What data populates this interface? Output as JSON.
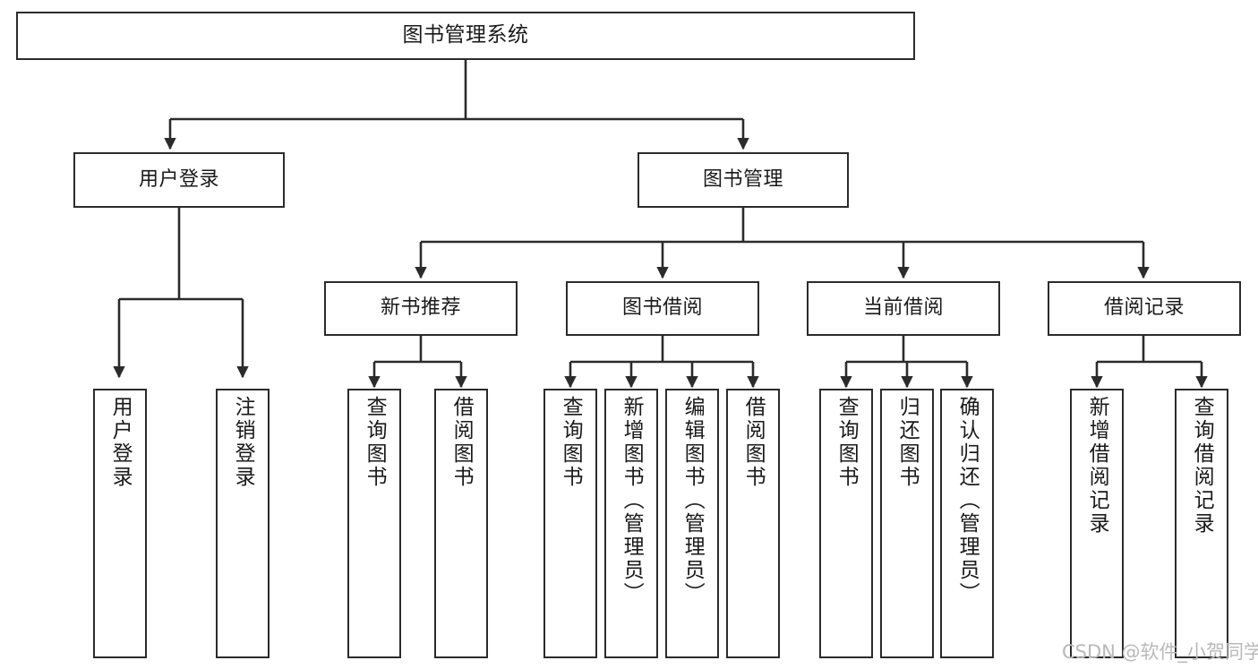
{
  "diagram": {
    "title": "图书管理系统",
    "type": "tree-hierarchy",
    "orientation": "top-down",
    "line_color": "#2b2b2b",
    "box_fill": "#ffffff",
    "text_color": "#1a1a1a"
  },
  "root": {
    "label": "图书管理系统"
  },
  "level2": [
    {
      "label": "用户登录"
    },
    {
      "label": "图书管理"
    }
  ],
  "level3": [
    {
      "label": "新书推荐"
    },
    {
      "label": "图书借阅"
    },
    {
      "label": "当前借阅"
    },
    {
      "label": "借阅记录"
    }
  ],
  "leaves": {
    "user_login": [
      {
        "label": "用户登录"
      },
      {
        "label": "注销登录"
      }
    ],
    "new_book_recommend": [
      {
        "label": "查询图书"
      },
      {
        "label": "借阅图书"
      }
    ],
    "book_borrow": [
      {
        "label": "查询图书"
      },
      {
        "label": "新增图书（管理员）"
      },
      {
        "label": "编辑图书（管理员）"
      },
      {
        "label": "借阅图书"
      }
    ],
    "current_borrow": [
      {
        "label": "查询图书"
      },
      {
        "label": "归还图书"
      },
      {
        "label": "确认归还（管理员）"
      }
    ],
    "borrow_record": [
      {
        "label": "新增借阅记录"
      },
      {
        "label": "查询借阅记录"
      }
    ]
  },
  "watermark": {
    "text": "CSDN @软件_小贺同学"
  }
}
